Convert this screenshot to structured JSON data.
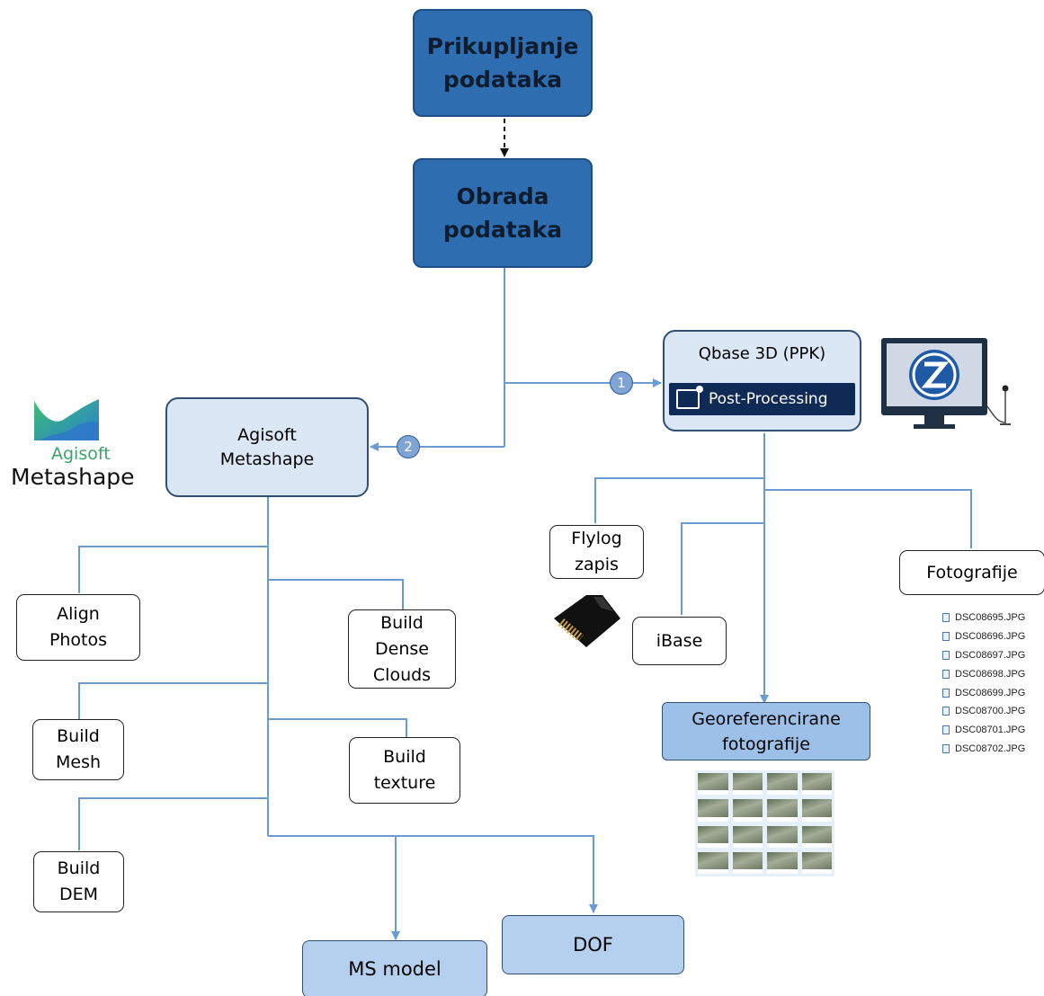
{
  "nodes": {
    "prikupljanje": "Prikupljanje\npodataka",
    "obrada": "Obrada\npodataka",
    "agisoft": "Agisoft\nMetashape",
    "qbase_title": "Qbase 3D (PPK)",
    "post_processing": "Post-Processing",
    "flylog": "Flylog\nzapis",
    "fotografije": "Fotografije",
    "ibase": "iBase",
    "georeferencirane": "Georeferencirane\nfotografije",
    "align": "Align\nPhotos",
    "dense": "Build\nDense\nClouds",
    "mesh": "Build\nMesh",
    "texture": "Build\ntexture",
    "dem": "Build\nDEM",
    "ms_model": "MS model",
    "dof": "DOF"
  },
  "step_numbers": {
    "one": "1",
    "two": "2"
  },
  "logo": {
    "brand": "Agisoft",
    "product": "Metashape"
  },
  "files": [
    "DSC08695.JPG",
    "DSC08696.JPG",
    "DSC08697.JPG",
    "DSC08698.JPG",
    "DSC08699.JPG",
    "DSC08700.JPG",
    "DSC08701.JPG",
    "DSC08702.JPG"
  ],
  "colors": {
    "dark_box": "#2f6db1",
    "light_box": "#dbe7f5",
    "connector": "#6b9bd3",
    "post_processing_bar": "#0e2a55"
  }
}
